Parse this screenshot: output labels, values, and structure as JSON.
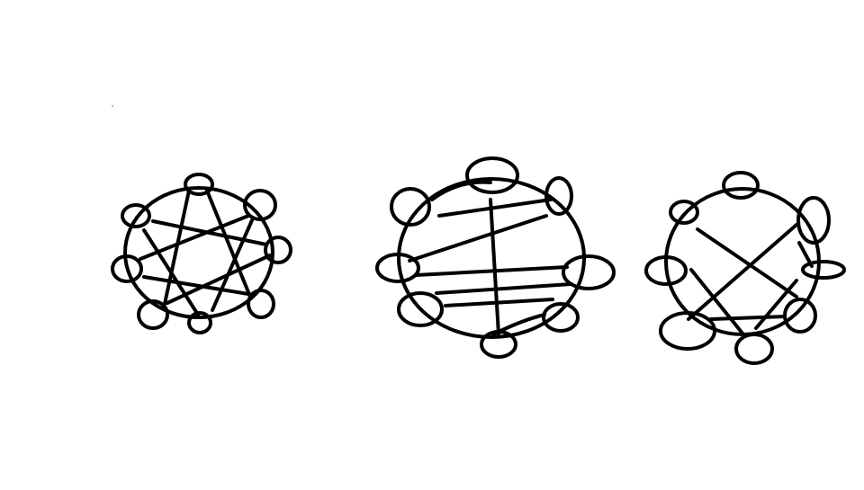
{
  "drawing": {
    "background": "#ffffff",
    "ink_color": "#000000",
    "figures": [
      {
        "name": "figure-1",
        "node_count": 8,
        "chord_count": 8
      },
      {
        "name": "figure-2",
        "node_count": 8,
        "chord_count": 8
      },
      {
        "name": "figure-3",
        "node_count": 8,
        "chord_count": 6
      }
    ]
  }
}
